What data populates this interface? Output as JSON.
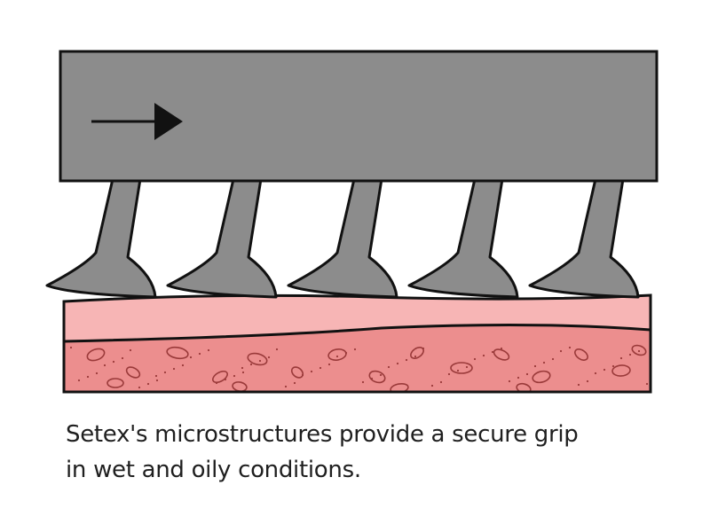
{
  "colors": {
    "device": "#8c8c8c",
    "outline": "#111111",
    "skin_top": "#f7b5b5",
    "skin_bottom": "#ec8e8e",
    "cell_stroke": "#9a3a3a",
    "background": "#ffffff"
  },
  "icons": {
    "direction": "arrow-right-icon"
  },
  "diagram": {
    "microstructure_count": 5
  },
  "caption": {
    "line1": "Setex's microstructures provide a secure grip",
    "line2": "in wet and oily conditions."
  }
}
